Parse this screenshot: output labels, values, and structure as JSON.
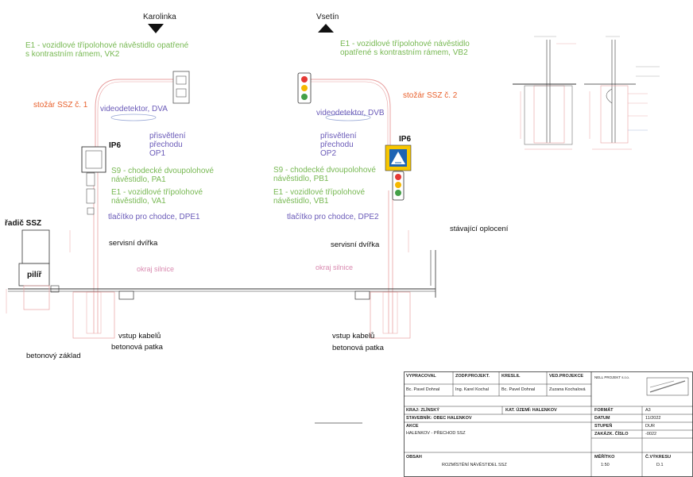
{
  "directions": {
    "left": "Karolinka",
    "right": "Vsetín"
  },
  "labels": {
    "e1_vk2": "E1 - vozidlové třípolohové návěstidlo opatřené s kontrastním rámem, VK2",
    "e1_vb2": "E1 - vozidlové třípolohové návěstidlo opatřené s kontrastním rámem, VB2",
    "stozar_1": "stožár SSZ č. 1",
    "stozar_2": "stožár SSZ č. 2",
    "videodetektor_a": "videodetektor, DVA",
    "videodetektor_b": "videodetektor, DVB",
    "ip6_left": "IP6",
    "ip6_right": "IP6",
    "prisvetleni_1": "přisvětlení přechodu OP1",
    "prisvetleni_2": "přisvětlení přechodu OP2",
    "s9_left": "S9 - chodecké dvoupolohové návěstidlo, PA1",
    "s9_right": "S9 - chodecké dvoupolohové návěstidlo, PB1",
    "e1_va1": "E1 - vozidlové třípolohové návěstidlo, VA1",
    "e1_vb1": "E1 - vozidlové třípolohové návěstidlo, VB1",
    "tlacitko_1": "tlačítko pro chodce, DPE1",
    "tlacitko_2": "tlačítko pro chodce, DPE2",
    "radic": "řadič SSZ",
    "pilir": "pilíř",
    "servisni_1": "servisní dvířka",
    "servisni_2": "servisní dvířka",
    "stavajici": "stávající oplocení",
    "okraj_1": "okraj silnice",
    "okraj_2": "okraj silnice",
    "vstup_1": "vstup kabelů",
    "vstup_2": "vstup kabelů",
    "patka_1": "betonová patka",
    "patka_2": "betonová patka",
    "zaklad": "betonový základ"
  },
  "title_block": {
    "vypracoval_h": "VYPRACOVAL",
    "zodp_h": "ZODP.PROJEKT.",
    "kreslil_h": "KRESLIL",
    "vedouci_h": "VED.PROJEKCE",
    "vypracoval": "Bc. Pavel Dohnal",
    "zodp": "Ing. Karel Kochal",
    "kreslil": "Bc. Pavel Dohnal",
    "vedouci": "Zuzana Kochalová",
    "kraj": "KRAJ: ZLÍNSKÝ",
    "kat": "KAT. ÚZEMÍ: HALENKOV",
    "stavebnik": "STAVEBNÍK: OBEC HALENKOV",
    "akce_h": "AKCE",
    "akce": "HALENKOV - PŘECHOD SSZ",
    "obsah_h": "OBSAH",
    "obsah": "ROZMÍSTĚNÍ NÁVĚSTIDEL SSZ",
    "format_h": "FORMÁT",
    "format": "A3",
    "datum_h": "DATUM",
    "datum": "11/2022",
    "stupen_h": "STUPEŇ",
    "stupen": "DUR",
    "zakazka_h": "ZAKÁZK. ČÍSLO",
    "zakazka": "-0022",
    "meritko_h": "MĚŘÍTKO",
    "meritko": "1:50",
    "vykres_h": "Č.VÝKRESU",
    "vykres": "D.1",
    "firma": "NELL PROJEKT s.r.o."
  }
}
